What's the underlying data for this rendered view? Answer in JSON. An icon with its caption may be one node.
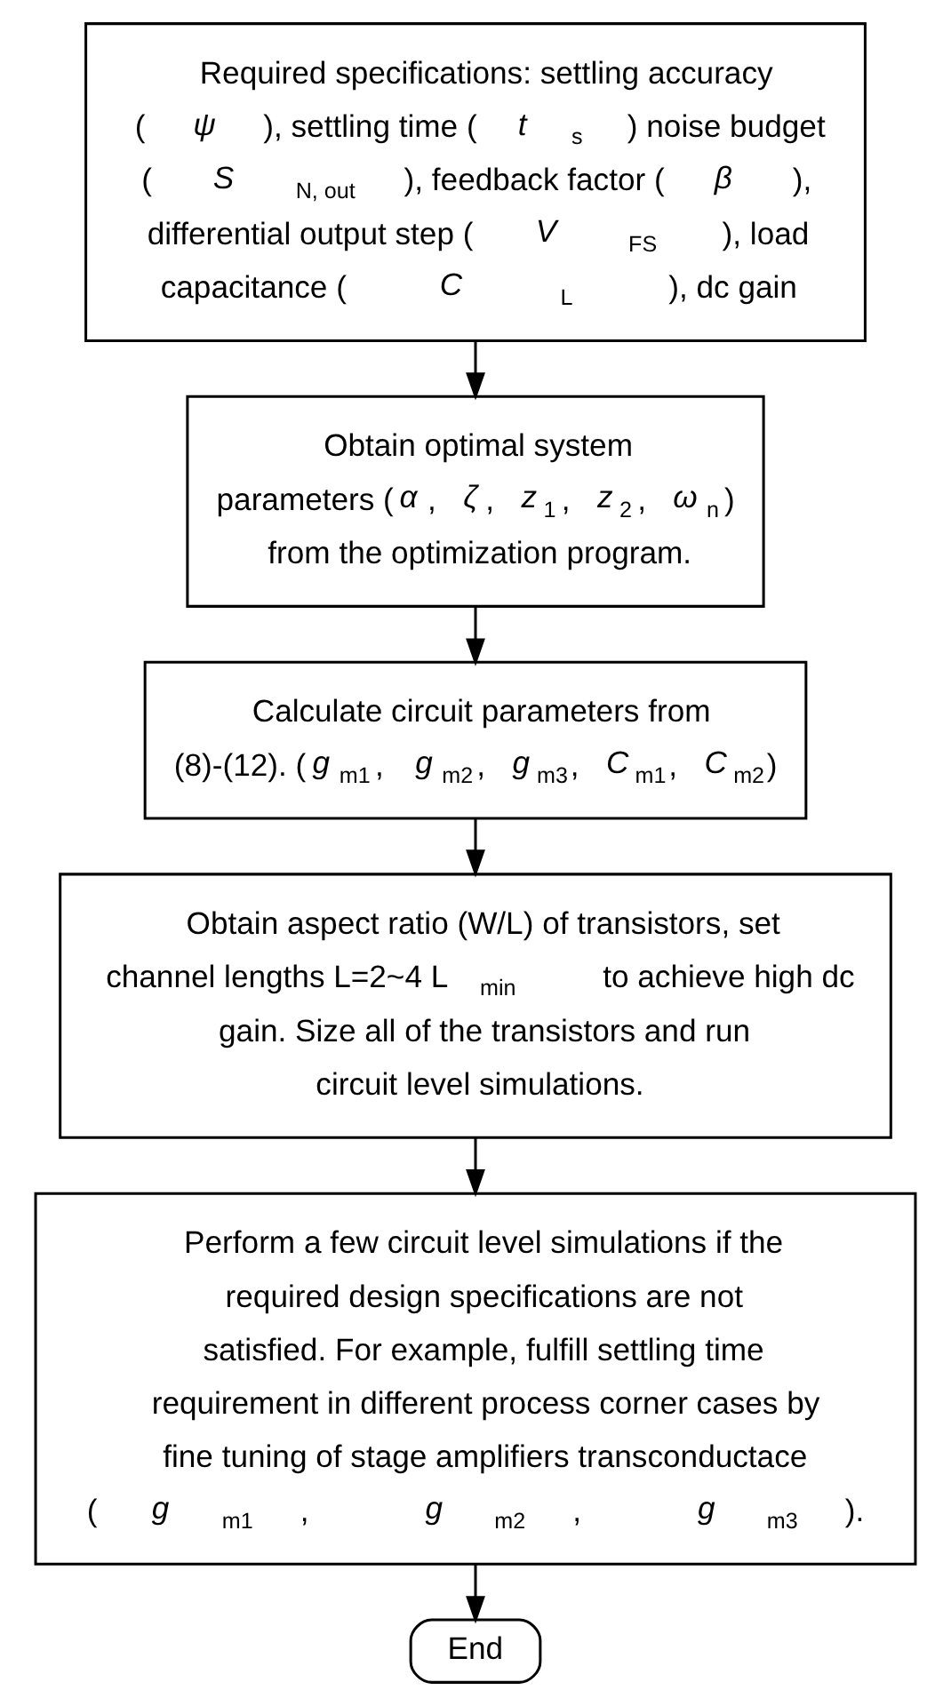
{
  "diagram": {
    "nodes": [
      {
        "text": [
          "Required specifications: settling accuracy (*ψ*), settling time (*t*$_{s}$) noise budget (*S*$_{N, out}$), feedback factor (*β*), differential output step (*V*$_{FS}$), load capacitance (*C*$_{L}$), dc gain"
        ]
      },
      {
        "text": [
          "Obtain optimal system parameters (*α*, *ζ*, *z*$_{1}$, *z*$_{2}$, *ω*$_{n}$) from the optimization program."
        ]
      },
      {
        "text": [
          "Calculate circuit parameters from (8)-(12). (*g*$_{m1}$, *g*$_{m2}$, *g*$_{m3}$, *C*$_{m1}$, *C*$_{m2}$)"
        ]
      },
      {
        "text": [
          "Obtain aspect ratio (W/L) of transistors, set channel lengths L=2~4 L$_{min}$ to achieve high dc gain. Size all of the transistors and run circuit level simulations."
        ]
      },
      {
        "text": [
          "Perform a few circuit level simulations if the required design specifications are not satisfied. For example, fulfill settling time requirement in different process corner cases by fine tuning of stage amplifiers transconductace (*g*$_{m1}$, *g*$_{m2}$, *g*$_{m3}$)."
        ]
      },
      {
        "text": [
          "End"
        ]
      }
    ],
    "edges": [
      {
        "from": 0,
        "to": 1,
        "arrow": "to"
      },
      {
        "from": 1,
        "to": 2,
        "arrow": "to"
      },
      {
        "from": 2,
        "to": 3,
        "arrow": "to"
      },
      {
        "from": 3,
        "to": 4,
        "arrow": "to"
      },
      {
        "from": 4,
        "to": 5,
        "arrow": "to"
      }
    ]
  }
}
